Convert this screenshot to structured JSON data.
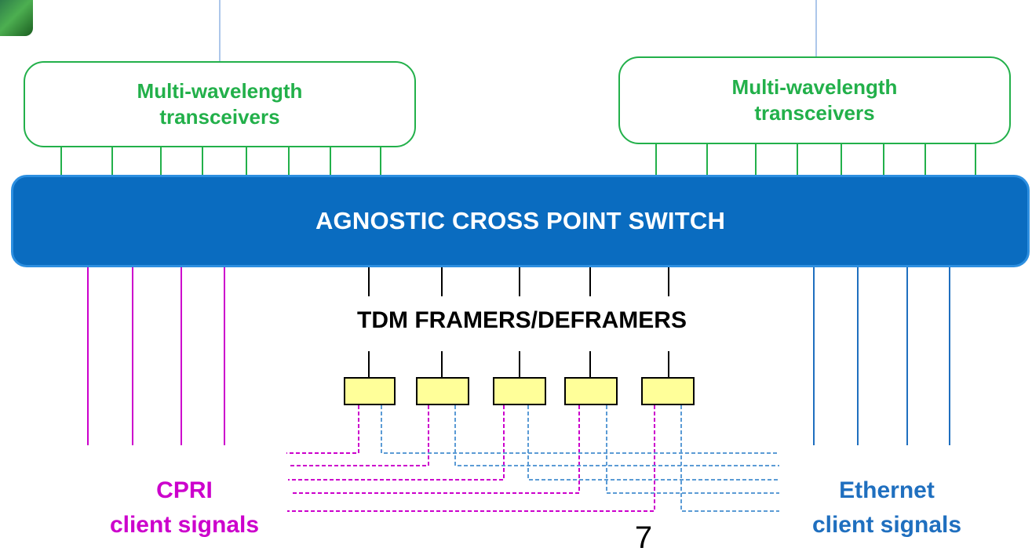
{
  "diagram": {
    "left_transceivers": {
      "label": "Multi-wavelength\ntransceivers",
      "color": "#22b04a"
    },
    "right_transceivers": {
      "label": "Multi-wavelength\ntransceivers",
      "color": "#22b04a"
    },
    "switch": {
      "label": "AGNOSTIC CROSS POINT SWITCH",
      "color": "#0a6cc0"
    },
    "framers": {
      "label": "TDM FRAMERS/DEFRAMERS",
      "count": 5,
      "box_color": "#ffff99"
    },
    "cpri": {
      "label": "CPRI\nclient signals",
      "color": "#cc00cc",
      "line_count": 4
    },
    "ethernet": {
      "label": "Ethernet\nclient signals",
      "color": "#1f6fbf",
      "line_count": 4
    },
    "page_number": "7"
  }
}
